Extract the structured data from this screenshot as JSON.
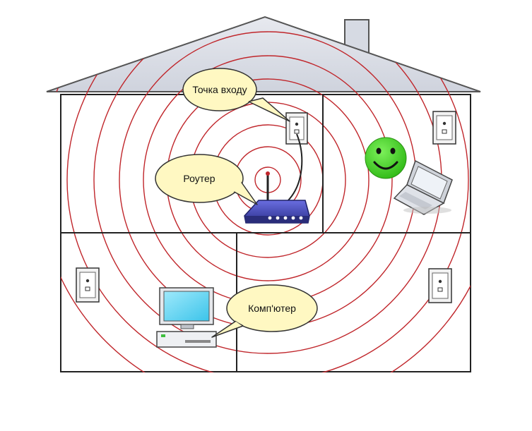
{
  "labels": {
    "access_point": "Точка входу",
    "router": "Роутер",
    "computer": "Комп'ютер"
  },
  "icons": {
    "router": "wifi-router-icon",
    "computer": "desktop-computer-icon",
    "laptop": "laptop-icon",
    "smiley": "smiley-face-icon",
    "wall_socket": "wall-socket-icon"
  },
  "colors": {
    "signal_rings": "#c0262b",
    "roof": "#d9dde6",
    "callout_fill": "#fff8c2",
    "smiley": "#3fd21e",
    "router_body": "#3b3fb0",
    "monitor_screen": "#5ed3f0"
  }
}
